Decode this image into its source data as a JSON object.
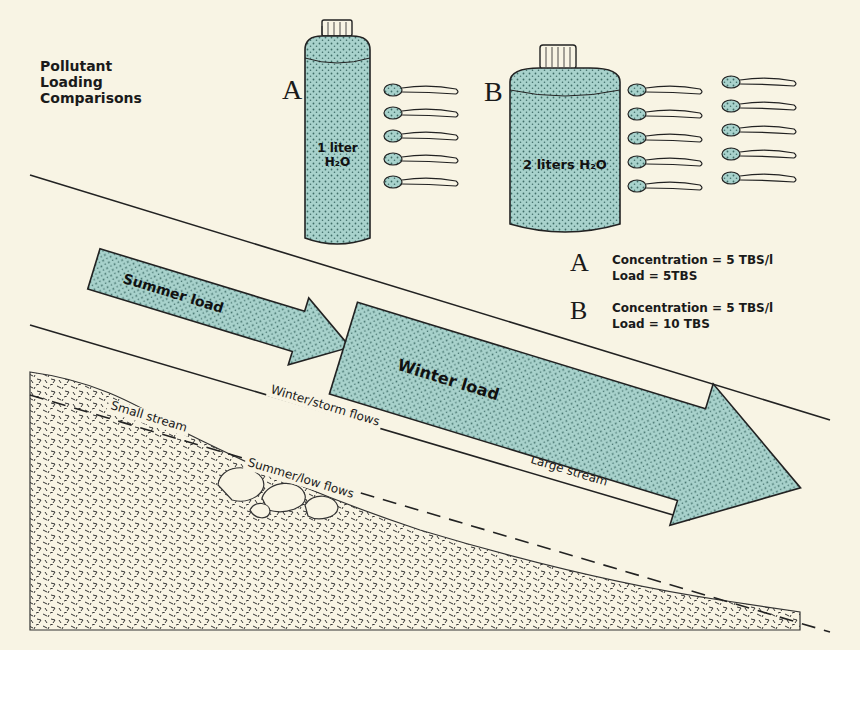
{
  "diagram": {
    "title": "Pollutant Loading Comparisons",
    "nodes": [
      {
        "text": [
          "1 liter H₂O"
        ]
      },
      {
        "text": [
          "2 liters H₂O"
        ]
      },
      {
        "text": [
          "Summer load"
        ]
      },
      {
        "text": [
          "Winter load"
        ]
      }
    ],
    "labels": [
      "A",
      "B",
      "A",
      "Concentration = 5 TBS/l",
      "Load = 5TBS",
      "B",
      "Concentration = 5 TBS/l",
      "Load = 10 TBS",
      "Small stream",
      "Winter/storm flows",
      "Summer/low flows",
      "Large stream"
    ]
  }
}
